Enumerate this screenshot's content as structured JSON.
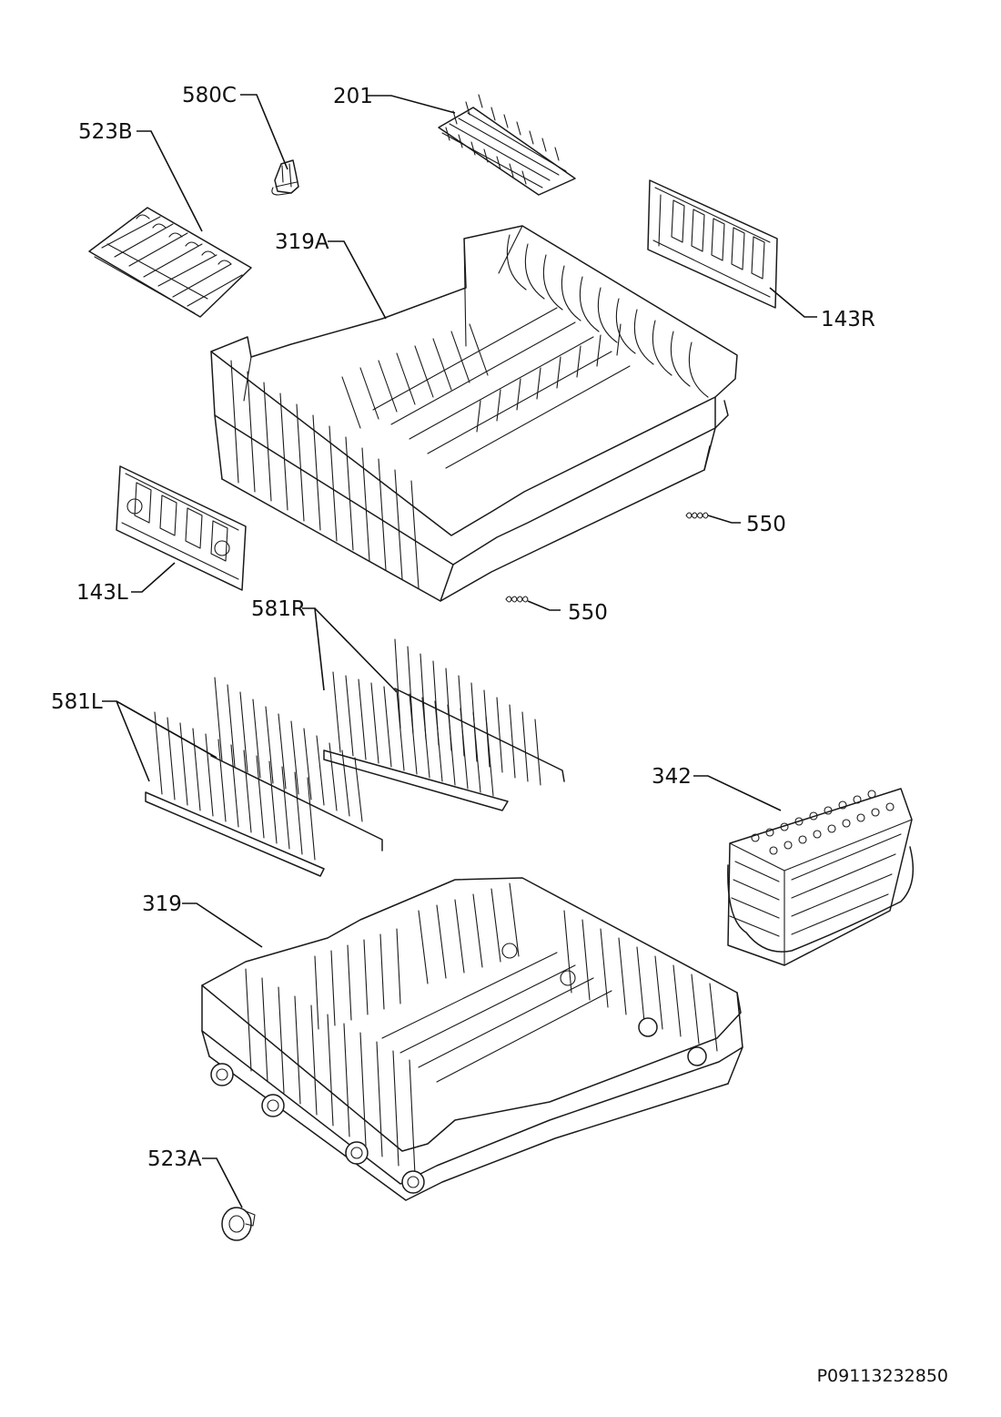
{
  "parts": [
    {
      "id": "580C",
      "label": "580C",
      "icon": "clip-icon"
    },
    {
      "id": "201",
      "label": "201",
      "icon": "cup-rack-icon"
    },
    {
      "id": "523B",
      "label": "523B",
      "icon": "cutlery-tray-icon"
    },
    {
      "id": "319A",
      "label": "319A",
      "icon": "upper-basket-icon"
    },
    {
      "id": "143R",
      "label": "143R",
      "icon": "right-side-rail-icon"
    },
    {
      "id": "143L",
      "label": "143L",
      "icon": "left-side-rail-icon"
    },
    {
      "id": "550a",
      "label": "550",
      "icon": "spring-icon"
    },
    {
      "id": "550b",
      "label": "550",
      "icon": "spring-icon"
    },
    {
      "id": "581R",
      "label": "581R",
      "icon": "right-plate-rack-icon"
    },
    {
      "id": "581L",
      "label": "581L",
      "icon": "left-plate-rack-icon"
    },
    {
      "id": "342",
      "label": "342",
      "icon": "cutlery-basket-icon"
    },
    {
      "id": "319",
      "label": "319",
      "icon": "lower-basket-icon"
    },
    {
      "id": "523A",
      "label": "523A",
      "icon": "wheel-icon"
    }
  ],
  "reference_code": "P09113232850"
}
